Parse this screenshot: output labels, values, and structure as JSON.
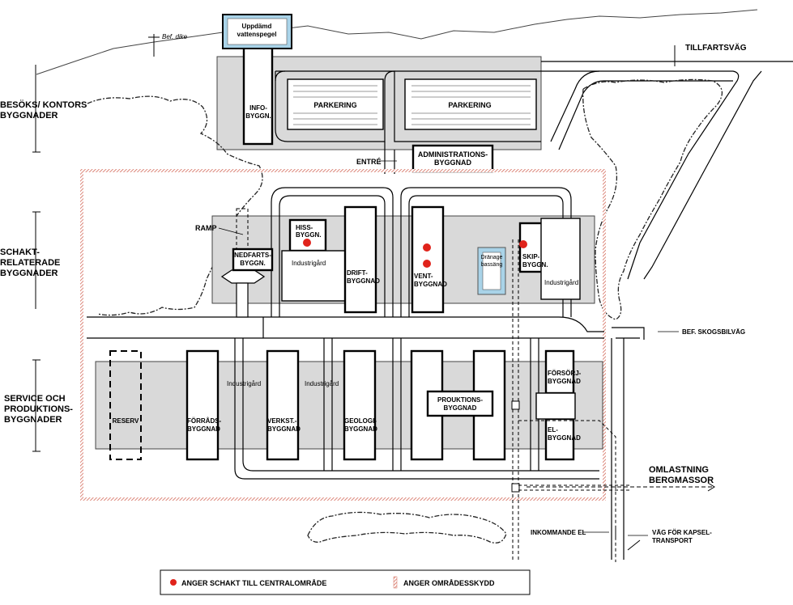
{
  "labels": {
    "pond": [
      "Uppdämd",
      "vattenspegel"
    ],
    "dike": "Bef. dike",
    "access_road": "TILLFARTSVÄG",
    "visitor_zone": [
      "BESÖKS/ KONTORS",
      "BYGGNADER"
    ],
    "info_building": [
      "INFO-",
      "BYGGN."
    ],
    "parking_left": "PARKERING",
    "parking_right": "PARKERING",
    "entrance": "ENTRÉ",
    "admin_building": [
      "ADMINISTRATIONS-",
      "BYGGNAD"
    ],
    "ramp": "RAMP",
    "shaft_zone": [
      "SCHAKT-",
      "RELATERADE",
      "BYGGNADER"
    ],
    "lift_building": [
      "HISS-",
      "BYGGN."
    ],
    "descent_building": [
      "NEDFARTS-",
      "BYGGN."
    ],
    "courtyard_1": "Industrigård",
    "operations_building": [
      "DRIFT-",
      "BYGGNAD"
    ],
    "vent_building": [
      "VENT-",
      "BYGGNAD"
    ],
    "drainage_pond": [
      "Dränage",
      "bassäng"
    ],
    "skip_building": [
      "SKIP-",
      "BYGGN."
    ],
    "courtyard_2": "Industrigård",
    "forest_road": "BEF. SKOGSBILVÄG",
    "service_zone": [
      "SERVICE OCH",
      "PRODUKTIONS-",
      "BYGGNADER"
    ],
    "reserve": "RESERV",
    "storage_building": [
      "FÖRRÅDS-",
      "BYGGNAD"
    ],
    "courtyard_3": "Industrigård",
    "workshop_building": [
      "VERKST.-",
      "BYGGNAD"
    ],
    "courtyard_4": "Industrigård",
    "geology_building": [
      "GEOLOGI-",
      "BYGGNAD"
    ],
    "production_building": [
      "PROUKTIONS-",
      "BYGGNAD"
    ],
    "supply_building": [
      "FÖRSÖRJ-",
      "BYGGNAD"
    ],
    "electric_building": [
      "EL-",
      "BYGGNAD"
    ],
    "rock_transfer": [
      "OMLASTNING",
      "BERGMASSOR"
    ],
    "incoming_power": "INKOMMANDE EL",
    "capsule_road": [
      "VÄG FÖR KAPSEL-",
      "TRANSPORT"
    ]
  },
  "legend": {
    "shaft": "ANGER SCHAKT TILL CENTRALOMRÅDE",
    "protection": "ANGER OMRÅDESSKYDD"
  },
  "colors": {
    "zone_fill": "#d9d9d9",
    "shaft_marker": "#e0231b",
    "protection_hatch": "#d46a5a",
    "pond_water": "#a9d3e8"
  }
}
